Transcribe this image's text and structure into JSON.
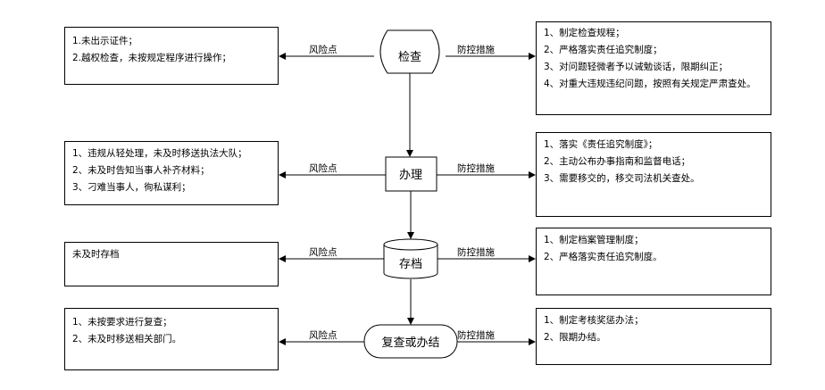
{
  "nodes": {
    "inspect": "检查",
    "handle": "办理",
    "archive": "存档",
    "review": "复查或办结"
  },
  "edge_labels": {
    "risk": "风险点",
    "control": "防控措施"
  },
  "risks": {
    "inspect": [
      "1.未出示证件；",
      "2.越权检查，未按规定程序进行操作；"
    ],
    "handle": [
      "1、违规从轻处理，未及时移送执法大队；",
      "2、未及时告知当事人补齐材料；",
      "3、刁难当事人，徇私谋利；"
    ],
    "archive": [
      "未及时存档"
    ],
    "review": [
      "1、未按要求进行复查；",
      "2、未及时移送相关部门。"
    ]
  },
  "controls": {
    "inspect": [
      "1、制定检查规程；",
      "2、严格落实责任追究制度；",
      "3、对问题轻微者予以诫勉谈话，限期纠正；",
      "4、对重大违规违纪问题，按照有关规定严肃查处。"
    ],
    "handle": [
      "1、落实《责任追究制度》；",
      "2、主动公布办事指南和监督电话；",
      "3、需要移交的，移交司法机关查处。"
    ],
    "archive": [
      "1、制定档案管理制度；",
      "2、严格落实责任追究制度。"
    ],
    "review": [
      "1、制定考核奖惩办法；",
      "2、限期办结。"
    ]
  }
}
